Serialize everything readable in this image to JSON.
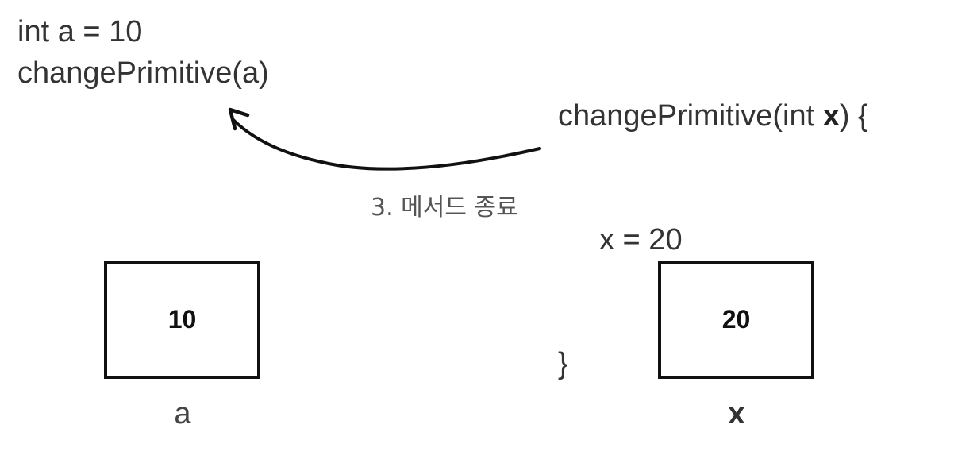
{
  "caller": {
    "line1": "int a = 10",
    "line2": "changePrimitive(a)"
  },
  "method": {
    "signature_prefix": "changePrimitive(int ",
    "signature_param": "x",
    "signature_suffix": ") {",
    "body_line": "x = 20",
    "closing": "}"
  },
  "step": {
    "label": "3. 메서드 종료"
  },
  "variables": {
    "a": {
      "value": "10",
      "name": "a"
    },
    "x": {
      "value": "20",
      "name": "x"
    }
  }
}
